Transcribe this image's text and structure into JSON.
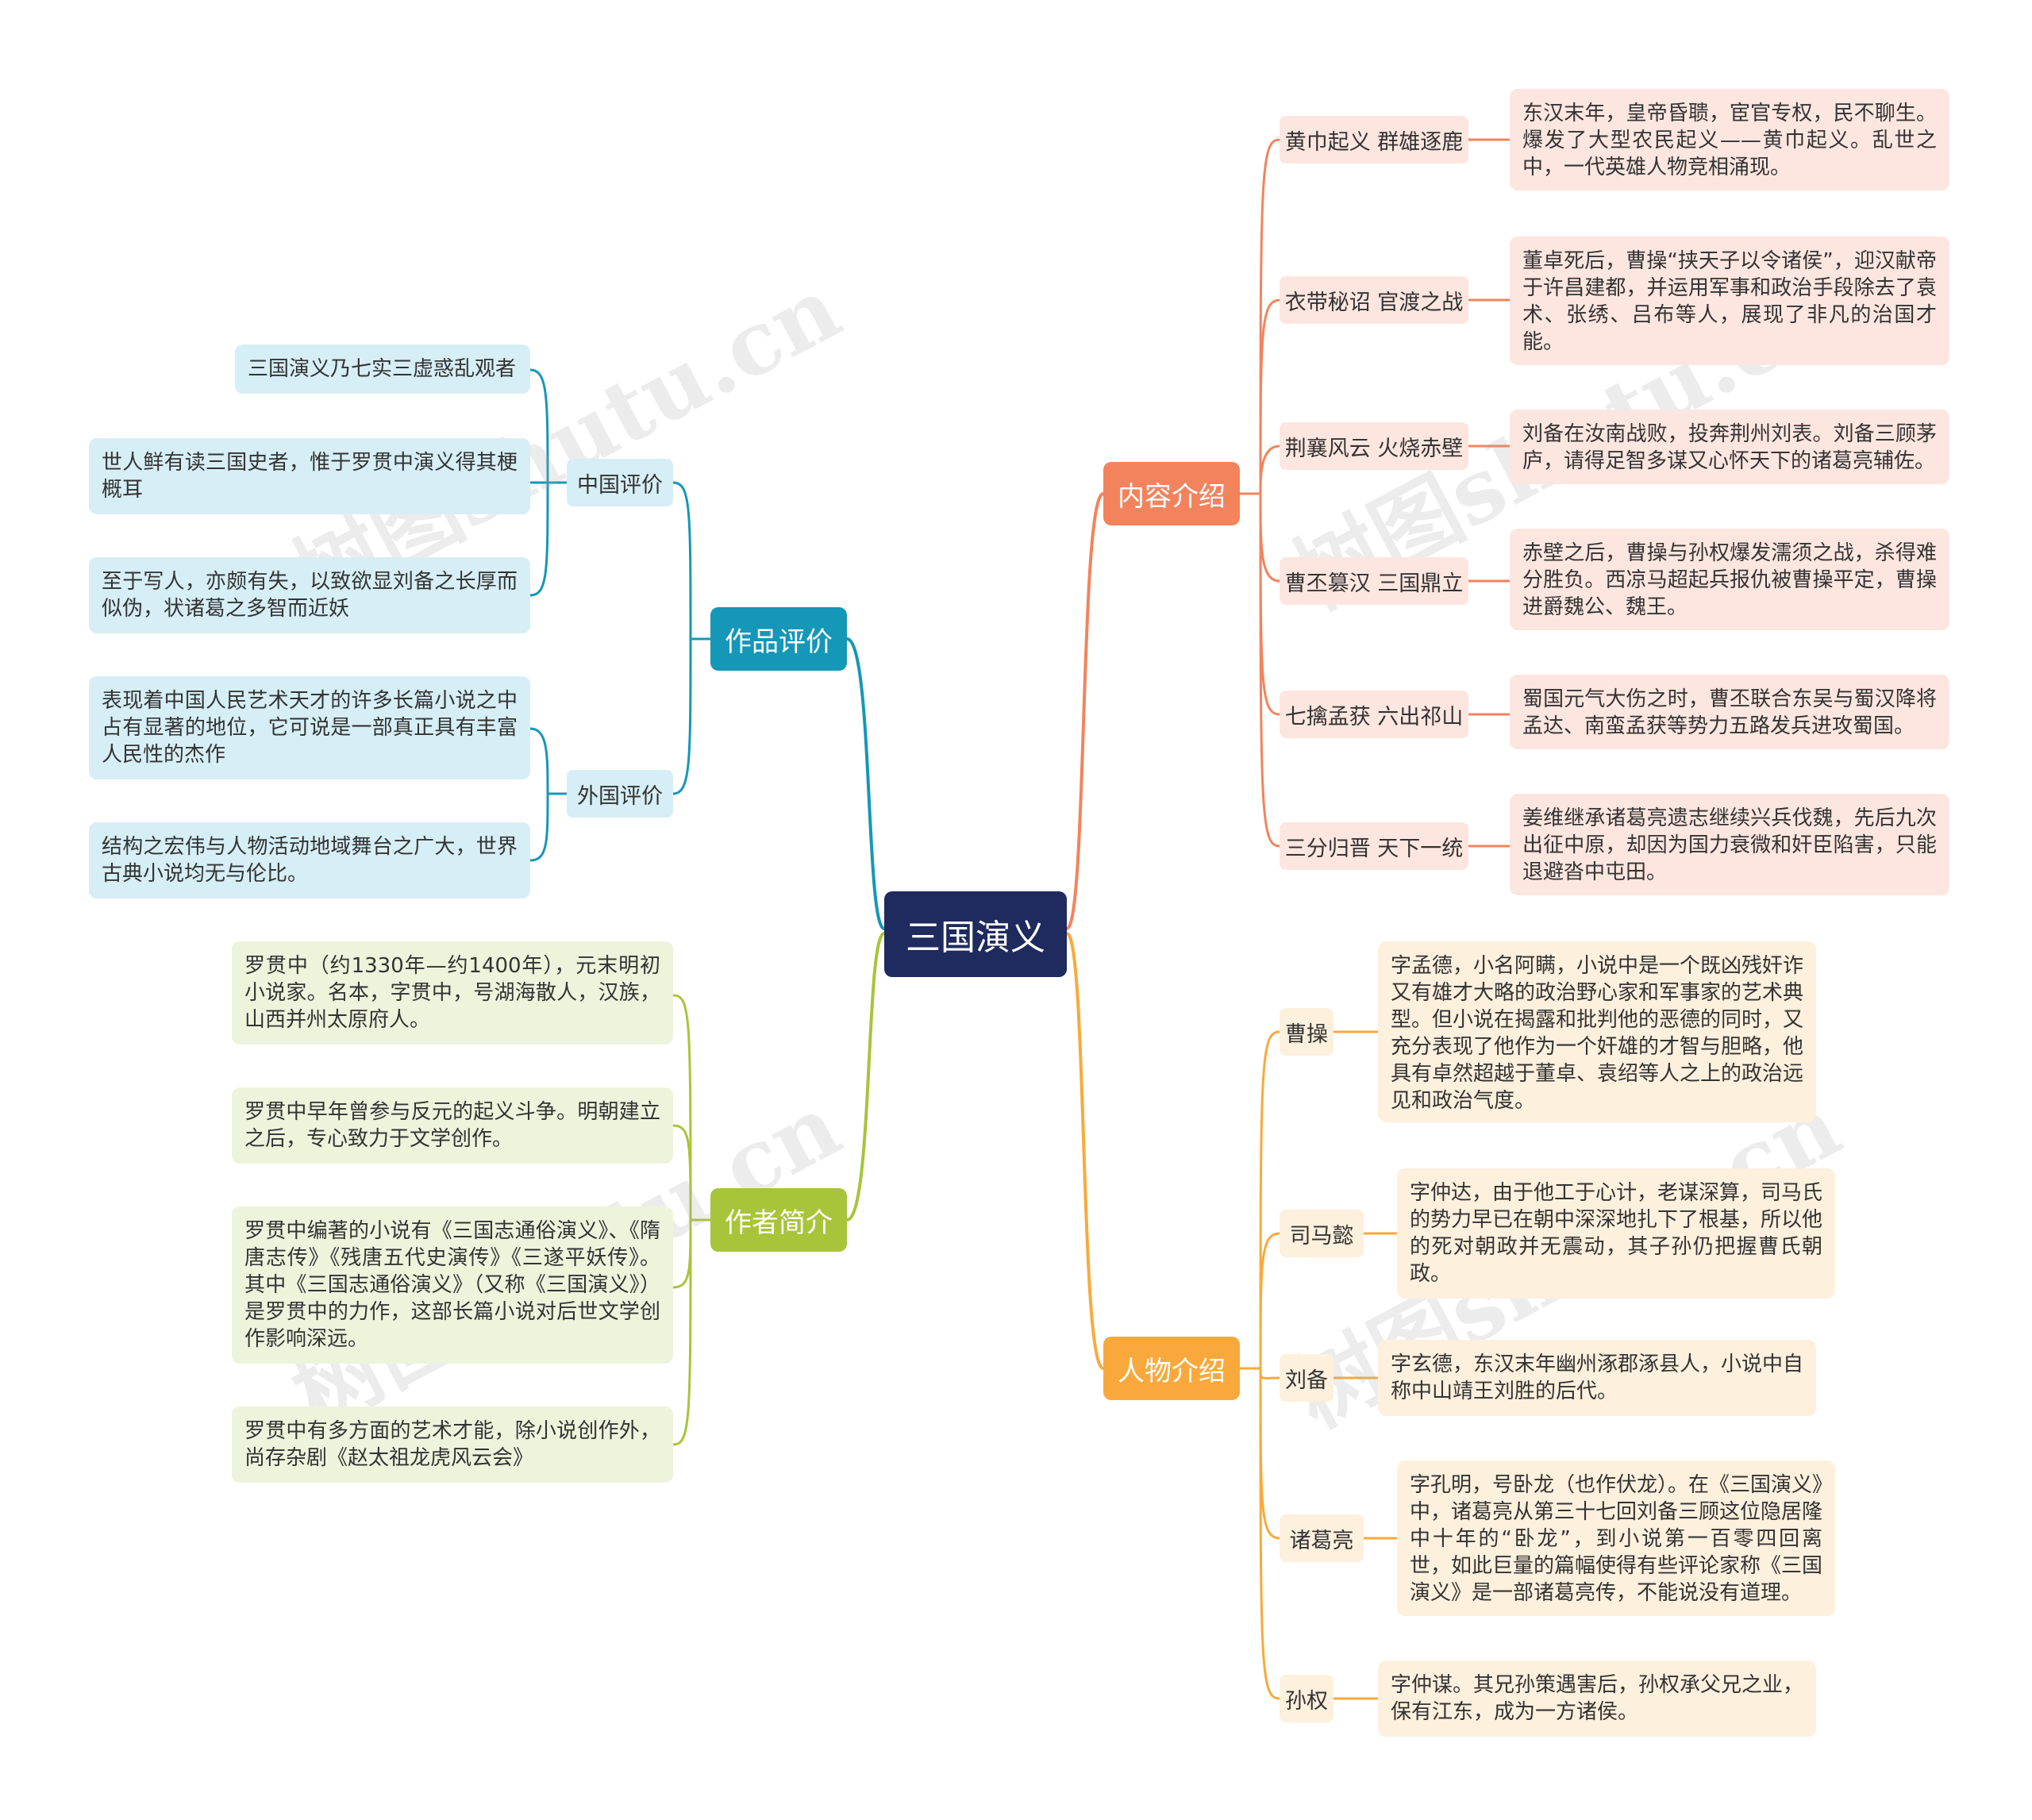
{
  "root": "三国演义",
  "content_intro": {
    "title": "内容介绍",
    "items": [
      {
        "label": "黄巾起义 群雄逐鹿",
        "text": "东汉末年，皇帝昏聩，宦官专权，民不聊生。爆发了大型农民起义——黄巾起义。乱世之中，一代英雄人物竞相涌现。"
      },
      {
        "label": "衣带秘诏 官渡之战",
        "text": "董卓死后，曹操“挟天子以令诸侯”，迎汉献帝于许昌建都，并运用军事和政治手段除去了袁术、张绣、吕布等人，展现了非凡的治国才能。"
      },
      {
        "label": "荆襄风云 火烧赤壁",
        "text": "刘备在汝南战败，投奔荆州刘表。刘备三顾茅庐，请得足智多谋又心怀天下的诸葛亮辅佐。"
      },
      {
        "label": "曹丕篡汉 三国鼎立",
        "text": "赤壁之后，曹操与孙权爆发濡须之战，杀得难分胜负。西凉马超起兵报仇被曹操平定，曹操进爵魏公、魏王。"
      },
      {
        "label": "七擒孟获 六出祁山",
        "text": "蜀国元气大伤之时，曹丕联合东吴与蜀汉降将孟达、南蛮孟获等势力五路发兵进攻蜀国。"
      },
      {
        "label": "三分归晋 天下一统",
        "text": "姜维继承诸葛亮遗志继续兴兵伐魏，先后九次出征中原，却因为国力衰微和奸臣陷害，只能退避沓中屯田。"
      }
    ]
  },
  "characters": {
    "title": "人物介绍",
    "items": [
      {
        "label": "曹操",
        "text": "字孟德，小名阿瞒，小说中是一个既凶残奸诈又有雄才大略的政治野心家和军事家的艺术典型。但小说在揭露和批判他的恶德的同时，又充分表现了他作为一个奸雄的才智与胆略，他具有卓然超越于董卓、袁绍等人之上的政治远见和政治气度。"
      },
      {
        "label": "司马懿",
        "text": "字仲达，由于他工于心计，老谋深算，司马氏的势力早已在朝中深深地扎下了根基，所以他的死对朝政并无震动，其子孙仍把握曹氏朝政。"
      },
      {
        "label": "刘备",
        "text": "字玄德，东汉末年幽州涿郡涿县人，小说中自称中山靖王刘胜的后代。"
      },
      {
        "label": "诸葛亮",
        "text": "字孔明，号卧龙（也作伏龙）。在《三国演义》中，诸葛亮从第三十七回刘备三顾这位隐居隆中十年的“卧龙”，到小说第一百零四回离世，如此巨量的篇幅使得有些评论家称《三国演义》是一部诸葛亮传，不能说没有道理。"
      },
      {
        "label": "孙权",
        "text": "字仲谋。其兄孙策遇害后，孙权承父兄之业，保有江东，成为一方诸侯。"
      }
    ]
  },
  "evaluation": {
    "title": "作品评价",
    "china": {
      "label": "中国评价",
      "items": [
        "三国演义乃七实三虚惑乱观者",
        "世人鲜有读三国史者，惟于罗贯中演义得其梗概耳",
        "至于写人，亦颇有失，以致欲显刘备之长厚而似伪，状诸葛之多智而近妖"
      ]
    },
    "foreign": {
      "label": "外国评价",
      "items": [
        "表现着中国人民艺术天才的许多长篇小说之中占有显著的地位，它可说是一部真正具有丰富人民性的杰作",
        "结构之宏伟与人物活动地域舞台之广大，世界古典小说均无与伦比。"
      ]
    }
  },
  "author": {
    "title": "作者简介",
    "items": [
      "罗贯中（约1330年—约1400年），元末明初小说家。名本，字贯中，号湖海散人，汉族，山西并州太原府人。",
      "罗贯中早年曾参与反元的起义斗争。明朝建立之后，专心致力于文学创作。",
      "罗贯中编著的小说有《三国志通俗演义》、《隋唐志传》《残唐五代史演传》《三遂平妖传》。其中《三国志通俗演义》（又称《三国演义》）是罗贯中的力作，这部长篇小说对后世文学创作影响深远。",
      "罗贯中有多方面的艺术才能，除小说创作外，尚存杂剧《赵太祖龙虎风云会》"
    ]
  },
  "watermark": "树图shutu.cn",
  "colors": {
    "root": "#1f2a5e",
    "content": "#f3835c",
    "characters": "#f9a93b",
    "evaluation": "#1597b8",
    "author": "#a8c43a"
  }
}
